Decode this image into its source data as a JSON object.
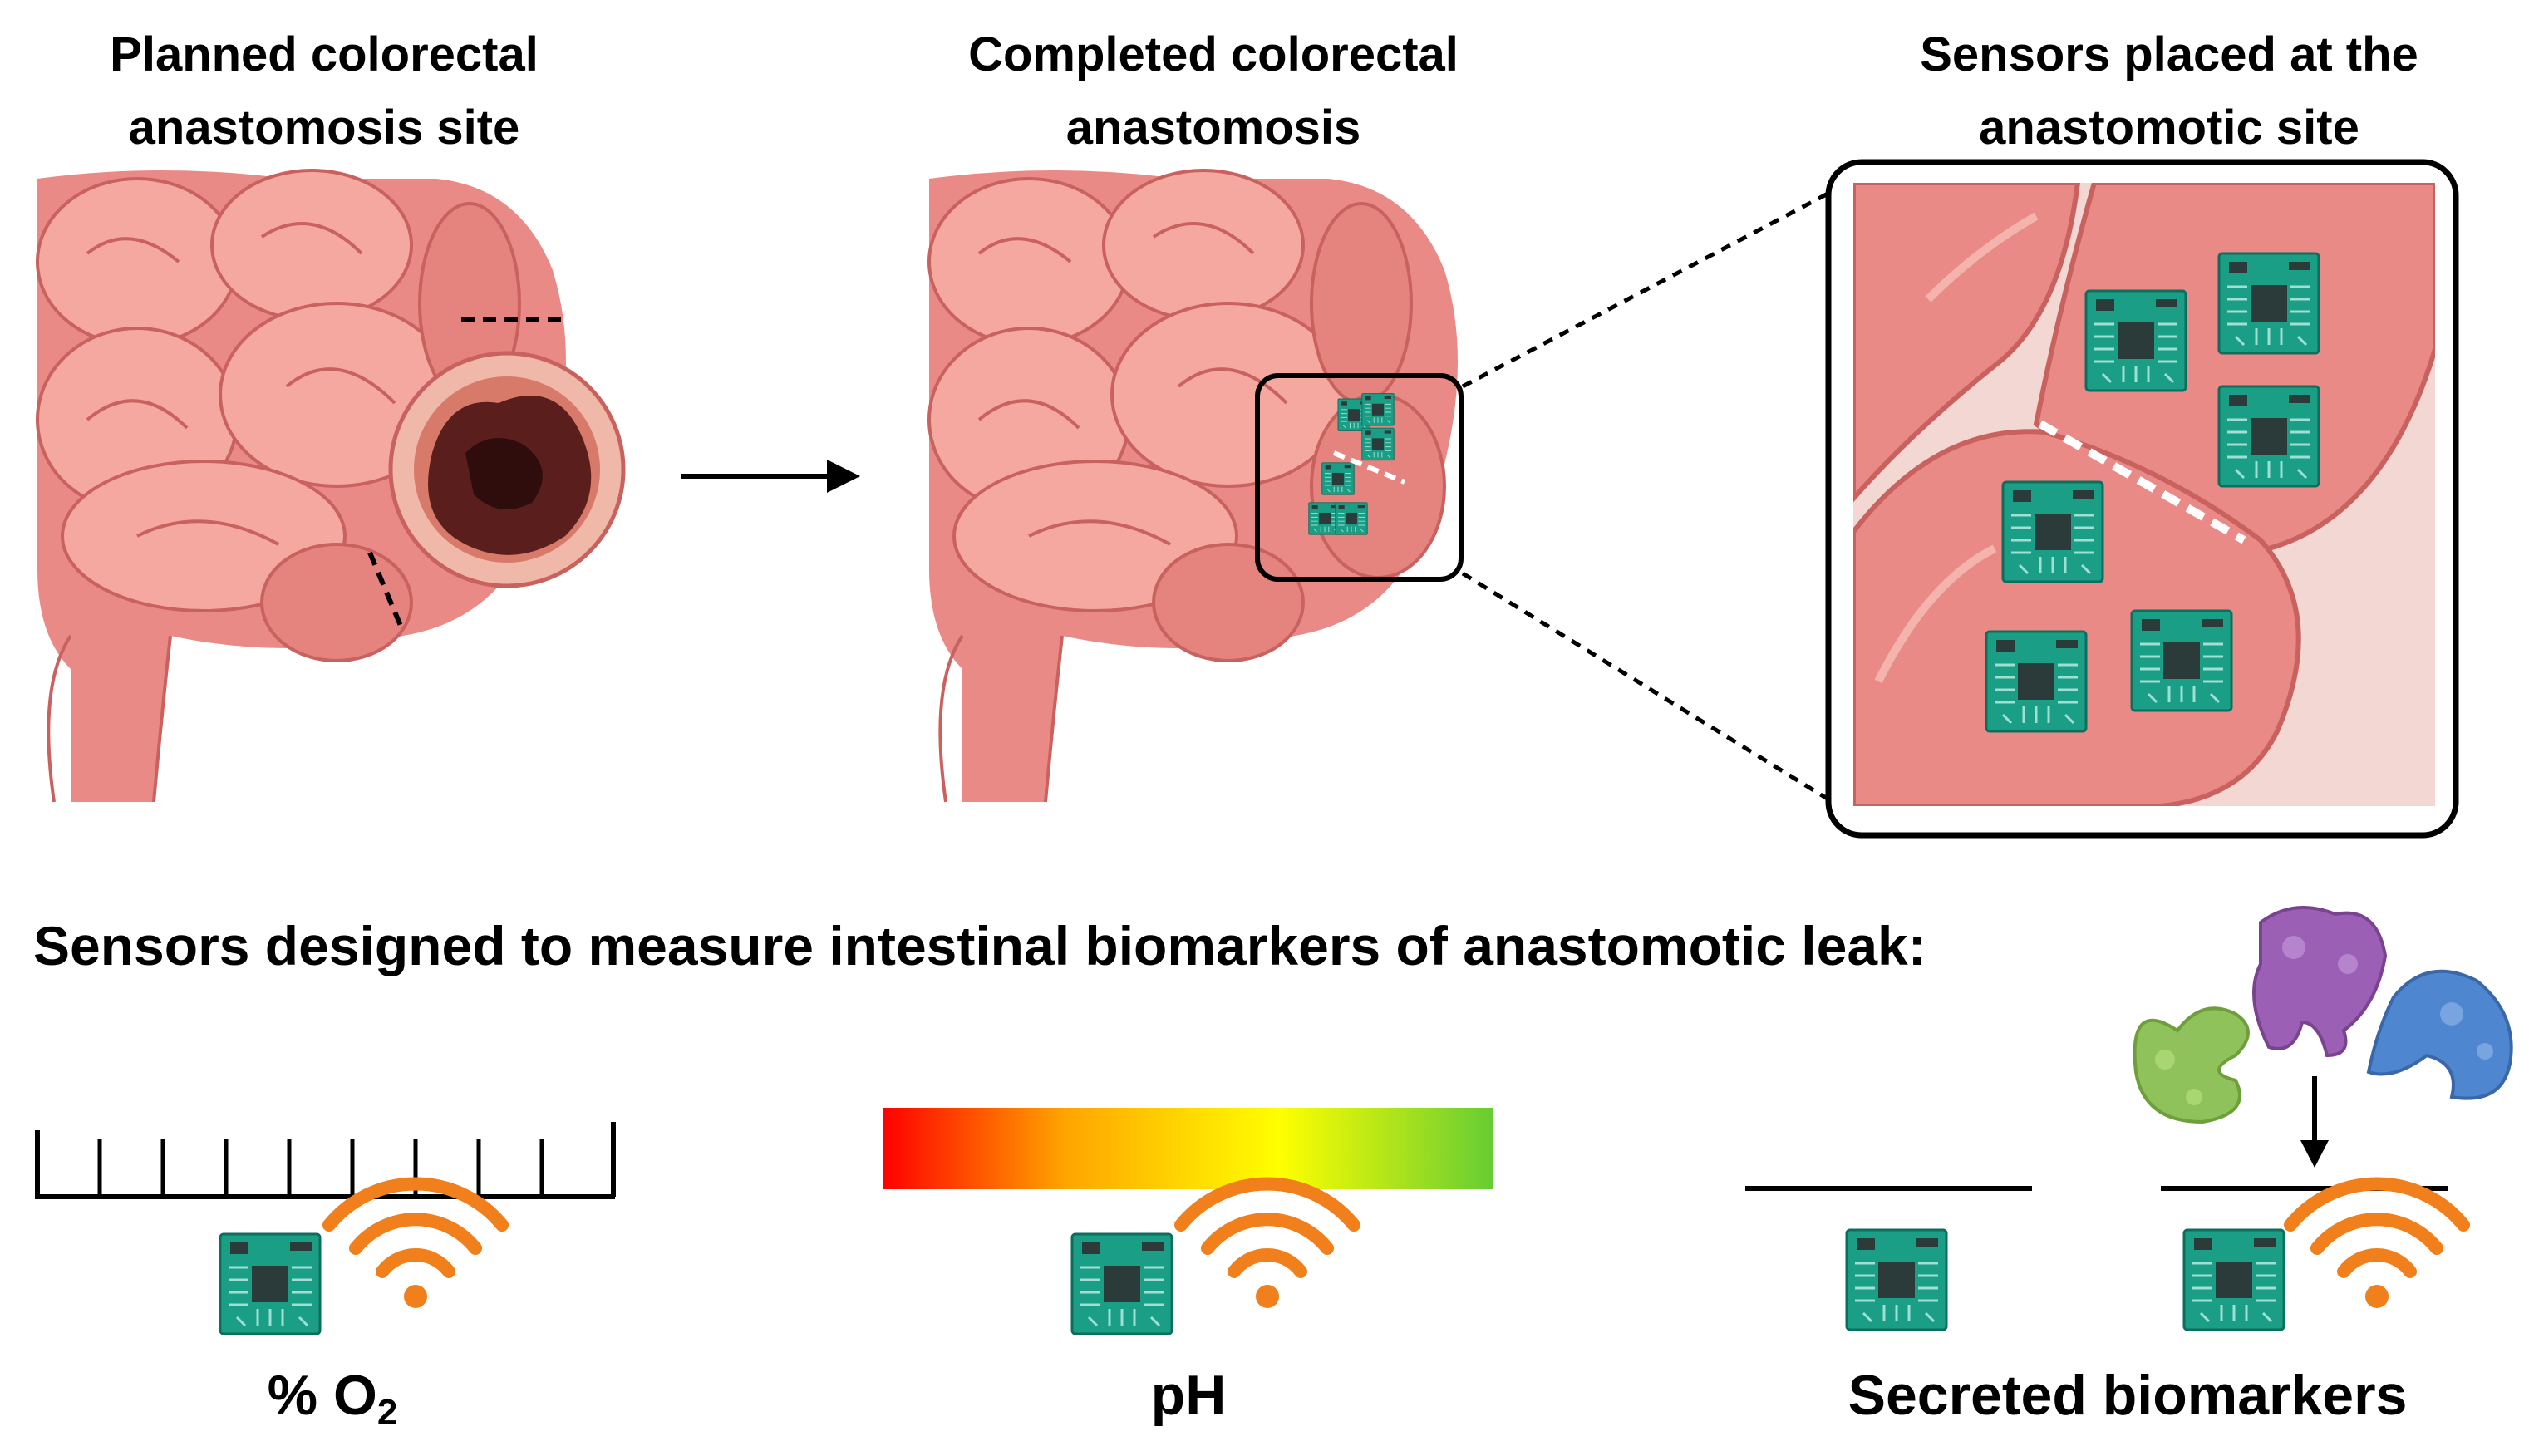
{
  "panels": {
    "planned_title": "Planned colorectal\nanastomosis site",
    "completed_title": "Completed colorectal\nanastomosis",
    "zoom_title": "Sensors placed at the\nanastomotic site"
  },
  "subtitle": "Sensors designed to measure intestinal biomarkers of anastomotic leak:",
  "sensors": {
    "oxygen_label_prefix": "% O",
    "oxygen_label_sub": "2",
    "ph_label": "pH",
    "biomarker_label": "Secreted biomarkers"
  },
  "colors": {
    "tissue": "#e98a86",
    "tissue_light": "#f4a8a0",
    "tissue_dark": "#c9625e",
    "chip": "#1a9e86",
    "chip_core": "#2b3b3a",
    "wifi": "#f07f1c",
    "tumor": "#5a1f1c",
    "gradient": [
      "#ff0000",
      "#ffa500",
      "#ffff00",
      "#66cc33"
    ],
    "protein_green": "#8fc25a",
    "protein_purple": "#9b5fb5",
    "protein_blue": "#4f86d0"
  }
}
